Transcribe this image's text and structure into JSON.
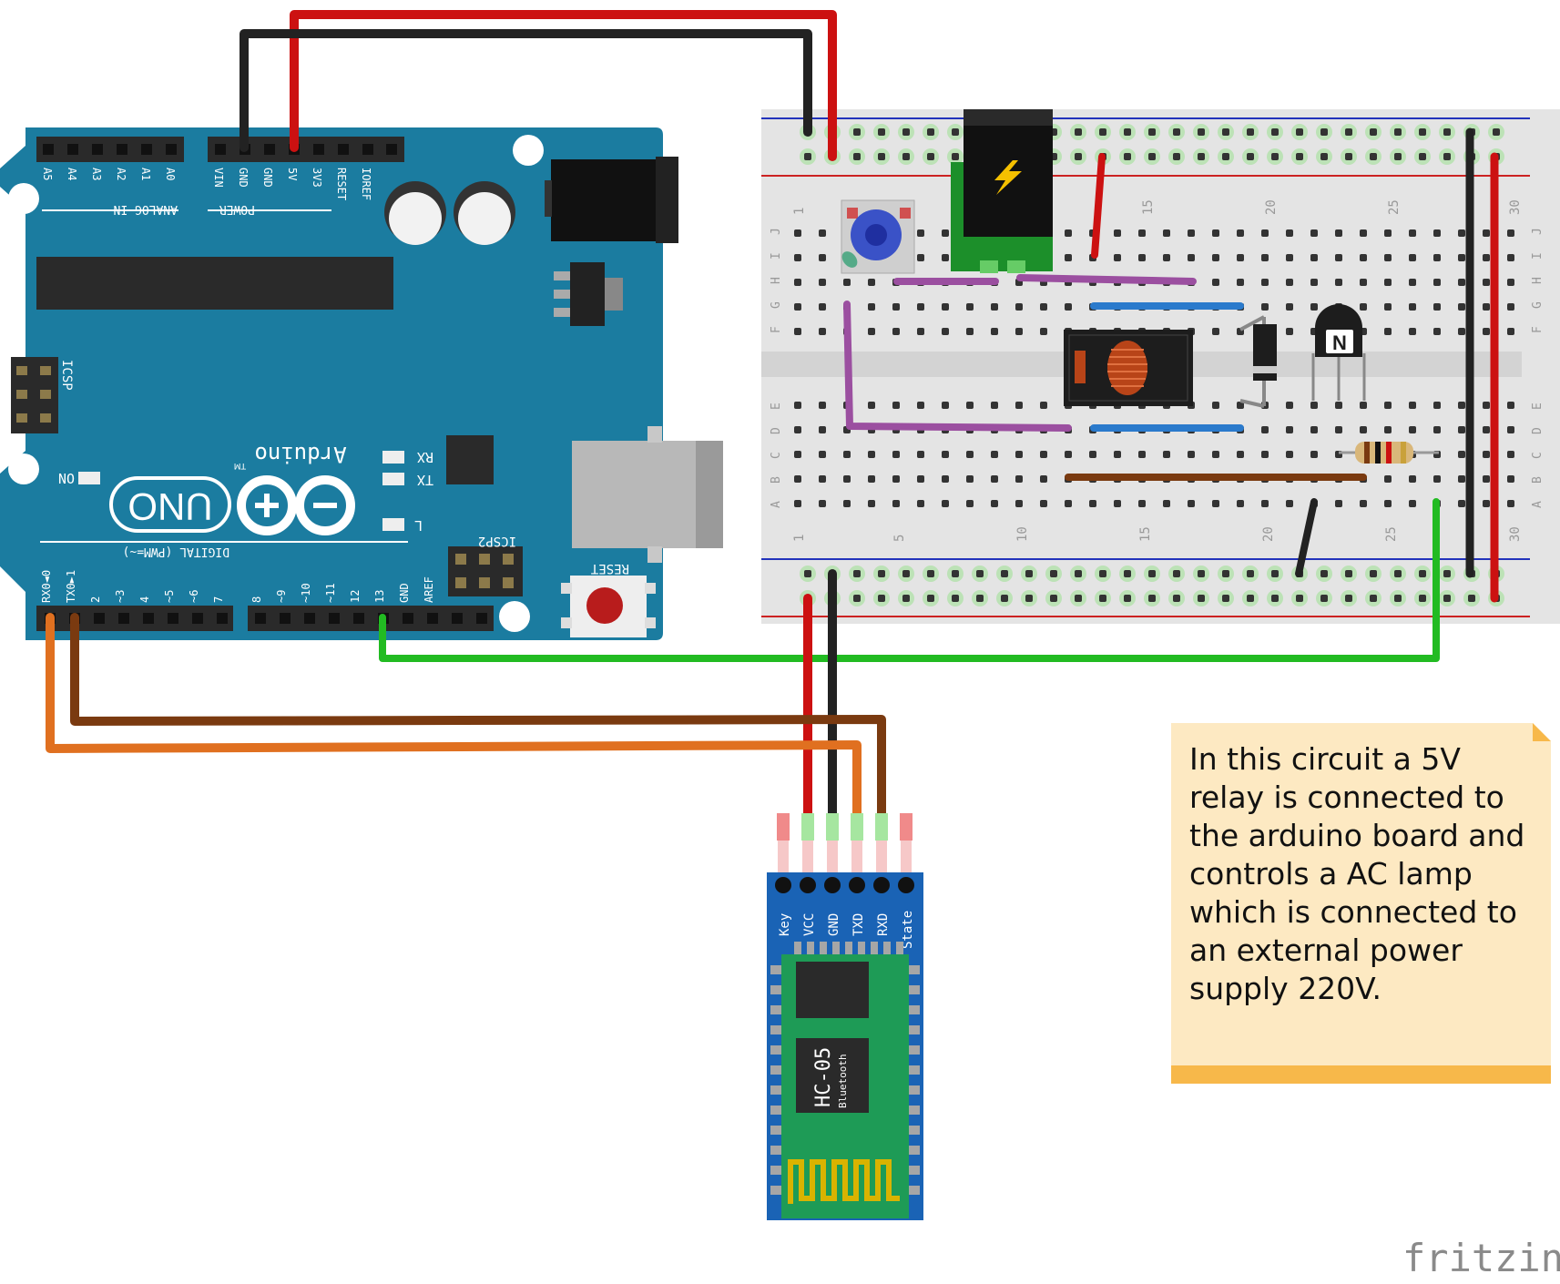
{
  "arduino": {
    "brand": "Arduino",
    "trademark": "TM",
    "model": "UNO",
    "on_label": "ON",
    "analog_pins": [
      "A5",
      "A4",
      "A3",
      "A2",
      "A1",
      "A0"
    ],
    "analog_header": "ANALOG IN",
    "power_pins": [
      "VIN",
      "GND",
      "GND",
      "5V",
      "3V3",
      "RESET",
      "IOREF"
    ],
    "power_header": "POWER",
    "icsp_label": "ICSP",
    "icsp2_label": "ICSP2",
    "reset_label": "RESET",
    "rx_label": "RX",
    "tx_label": "TX",
    "l_label": "L",
    "digital_header": "DIGITAL (PWM=~)",
    "digital_pins": [
      "RX0◄0",
      "TX0►1",
      "2",
      "~3",
      "4",
      "~5",
      "~6",
      "7",
      "8",
      "~9",
      "~10",
      "~11",
      "12",
      "13",
      "GND",
      "AREF"
    ]
  },
  "breadboard": {
    "column_numbers": [
      "1",
      "5",
      "10",
      "15",
      "20",
      "25",
      "30"
    ],
    "row_letters_top": [
      "J",
      "I",
      "H",
      "G",
      "F"
    ],
    "row_letters_bottom": [
      "E",
      "D",
      "C",
      "B",
      "A"
    ]
  },
  "transistor": {
    "label": "N"
  },
  "bluetooth": {
    "pins": [
      "Key",
      "VCC",
      "GND",
      "TXD",
      "RXD",
      "State"
    ],
    "chip": "HC-05",
    "chip_sub": "Bluetooth"
  },
  "note": {
    "lines": [
      "In this circuit a 5V",
      "relay is connected to",
      "the arduino board and",
      "controls a AC lamp",
      "which is connected to",
      "an external power",
      "supply 220V."
    ]
  },
  "watermark": "fritzing",
  "colors": {
    "board": "#1b7ca0",
    "breadboard": "#e6e6e6",
    "wire_red": "#cc1111",
    "wire_black": "#222222",
    "wire_green": "#22bb22",
    "wire_brown": "#7a3a10",
    "wire_orange": "#e07020",
    "wire_purple": "#9b4fa0",
    "wire_blue": "#2a7acc",
    "note_bg": "#fde9c2",
    "note_bar": "#f7b84a",
    "hc05_board": "#1a63b5"
  }
}
